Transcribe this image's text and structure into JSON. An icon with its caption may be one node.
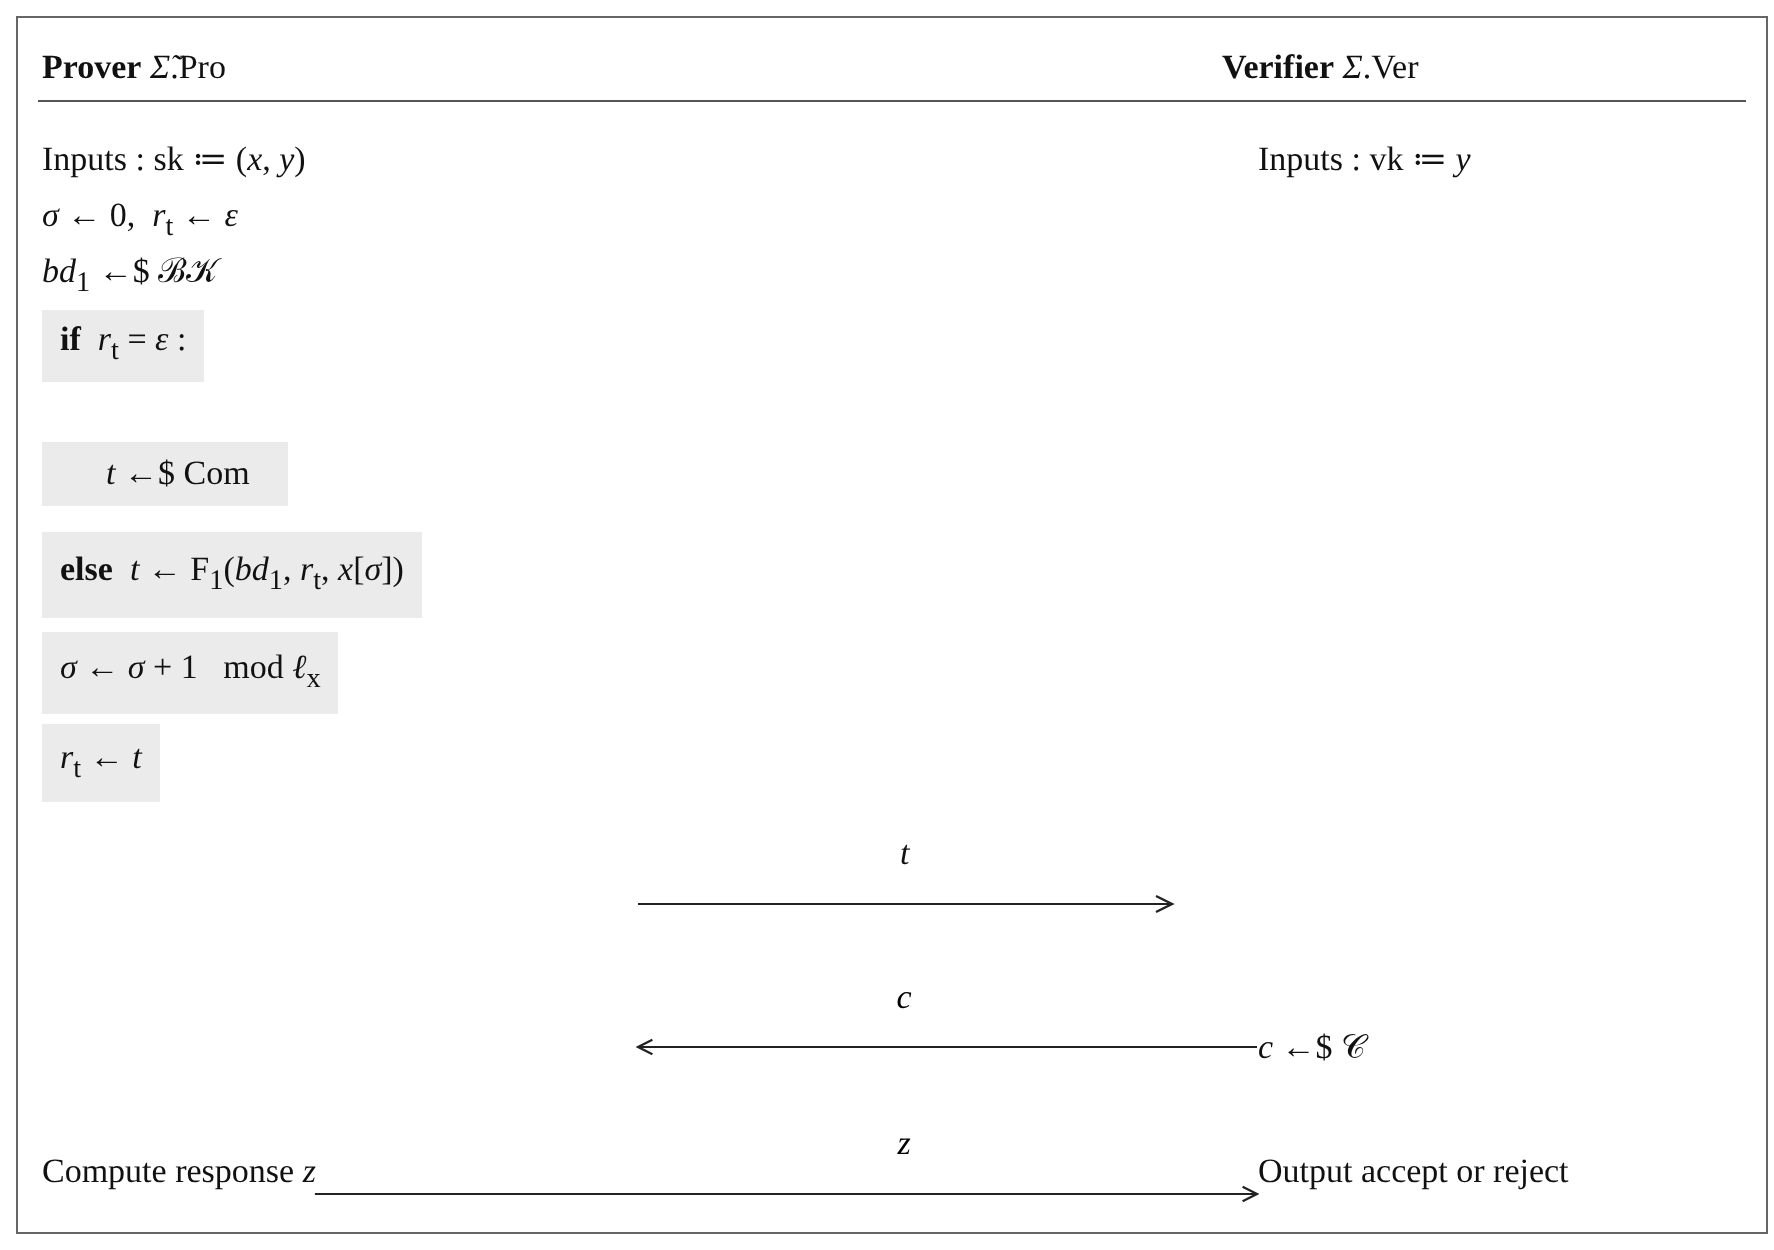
{
  "diagram": {
    "nodes": [
      {
        "text": [
          "**if**  *r*$_{t}$ = *ε* :"
        ]
      },
      {
        "text": [
          "*t* ←$ Com"
        ]
      },
      {
        "text": [
          "**else**  *t* ← F$_{1}$(*bd*$_{1}$, *r*$_{t}$, *x*[*σ*])"
        ]
      },
      {
        "text": [
          "*σ* ← *σ* + 1   mod *ℓ*$_{x}$"
        ]
      },
      {
        "text": [
          "*r*$_{t}$ ← *t*"
        ]
      },
      {
        "text": [
          "*c* ←$ 𝒞"
        ]
      },
      {
        "text": [
          "Compute response *z*"
        ]
      },
      {
        "text": [
          "Output accept or reject"
        ]
      }
    ],
    "edges": [
      {
        "from": 5,
        "to": null,
        "arrow": "to",
        "label": "*c*"
      },
      {
        "from": 6,
        "to": 7,
        "arrow": "to",
        "label": "*z*"
      }
    ],
    "labels": [
      "**Prover** *Σ̃*.Pro",
      "**Verifier** *Σ*.Ver",
      "Inputs : sk ≔ (*x*, *y*)",
      "Inputs : vk ≔ *y*",
      "*σ* ← 0,  *r*$_{t}$ ← *ε*",
      "*bd*$_{1}$ ←$ ℬ𝒦",
      "*t*"
    ]
  }
}
